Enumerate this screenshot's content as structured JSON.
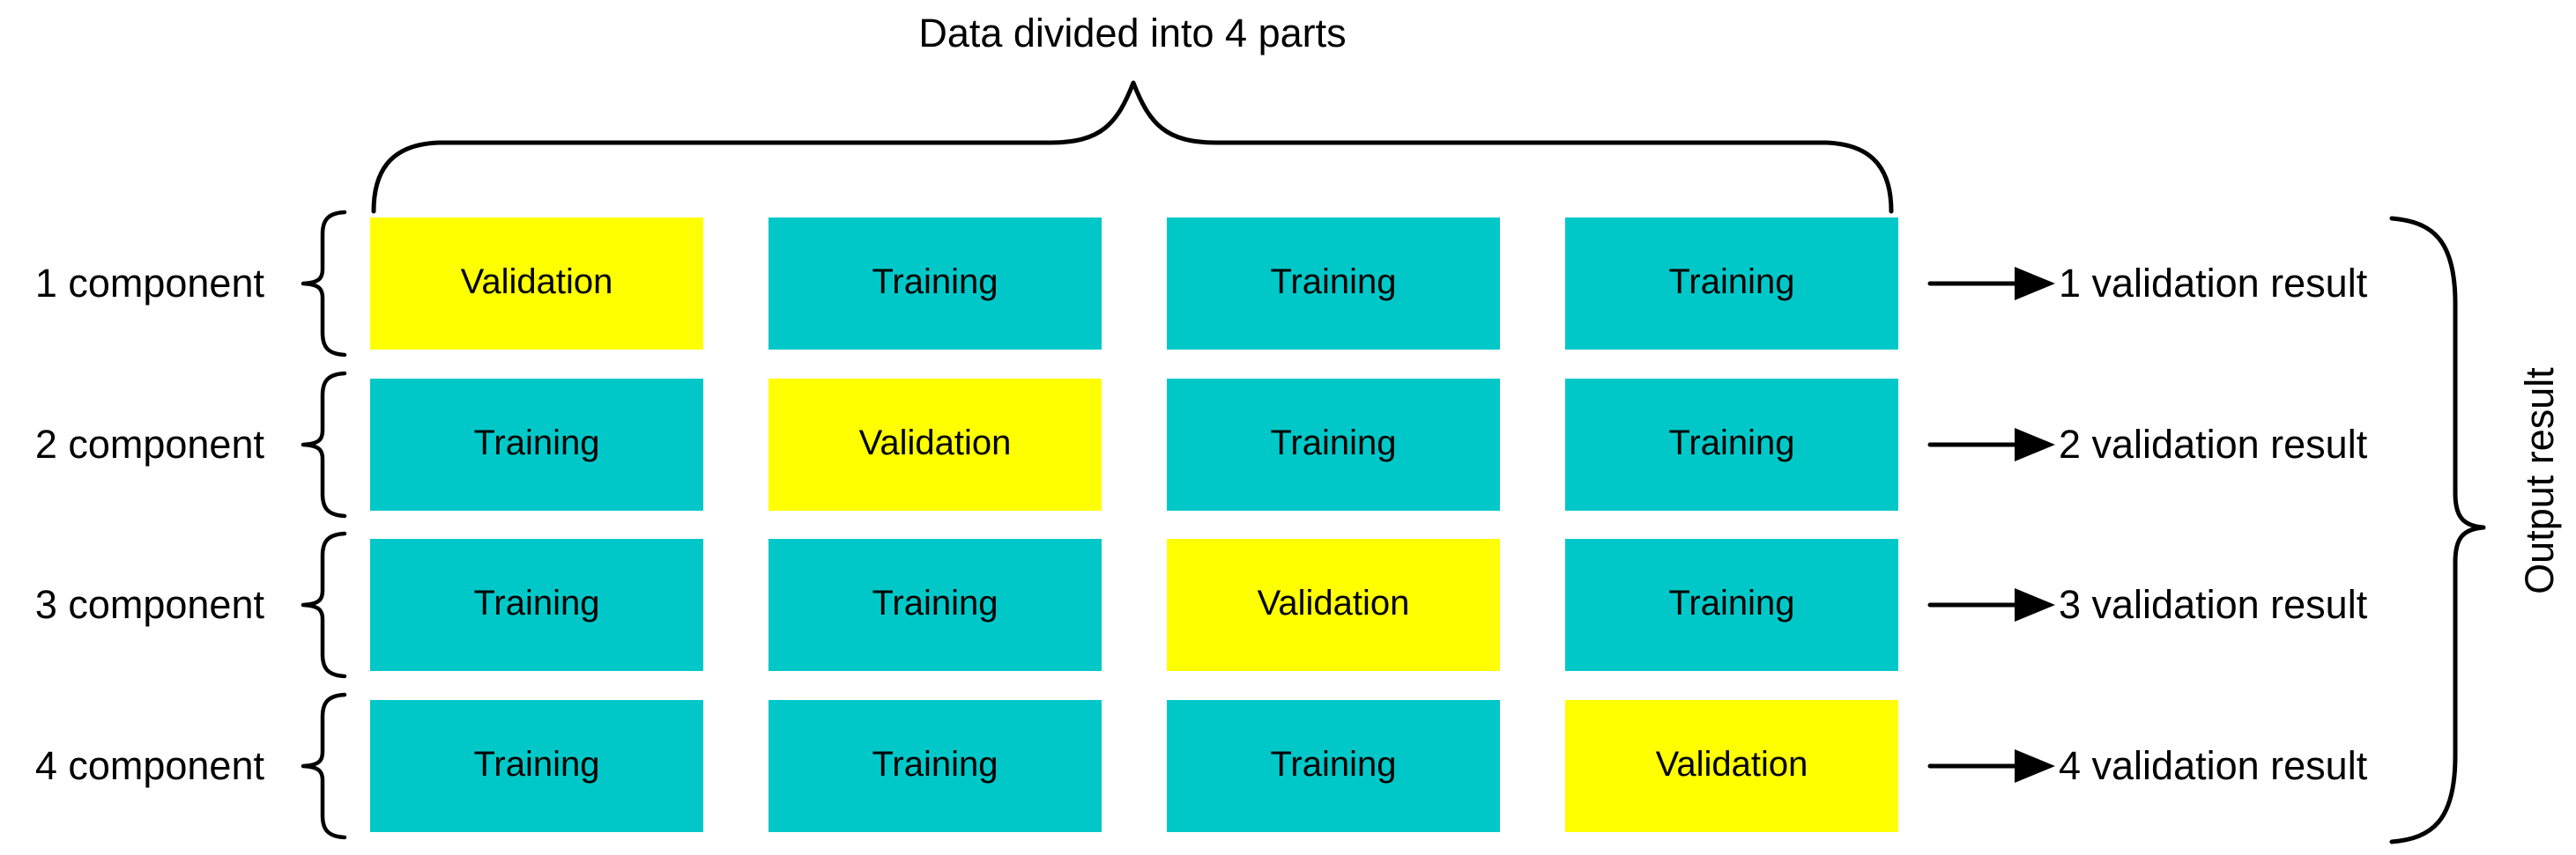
{
  "title": "Data divided into 4 parts",
  "output_label": "Output result",
  "colors": {
    "training": "#00C8C8",
    "validation": "#FFFF00",
    "text": "#000000"
  },
  "rows": [
    {
      "component": "1 component",
      "cells": [
        "Validation",
        "Training",
        "Training",
        "Training"
      ],
      "result": "1 validation result"
    },
    {
      "component": "2 component",
      "cells": [
        "Training",
        "Validation",
        "Training",
        "Training"
      ],
      "result": "2 validation result"
    },
    {
      "component": "3 component",
      "cells": [
        "Training",
        "Training",
        "Validation",
        "Training"
      ],
      "result": "3 validation result"
    },
    {
      "component": "4 component",
      "cells": [
        "Training",
        "Training",
        "Training",
        "Validation"
      ],
      "result": "4 validation result"
    }
  ]
}
